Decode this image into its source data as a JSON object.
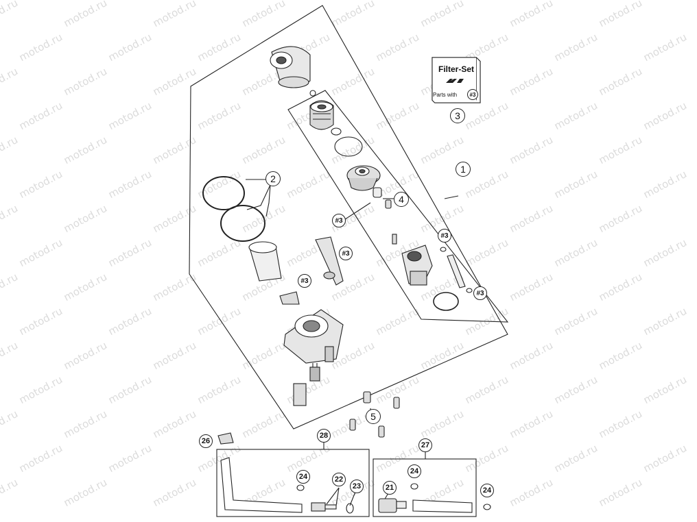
{
  "watermark": "motod.ru",
  "filter_set": {
    "title": "Filter-Set",
    "subtitle": "Parts with",
    "ref": "#3"
  },
  "callouts": {
    "c1": "1",
    "c2": "2",
    "c3": "3",
    "c4": "4",
    "c5": "5",
    "c21": "21",
    "c22": "22",
    "c23": "23",
    "c24a": "24",
    "c24b": "24",
    "c24c": "24",
    "c26": "26",
    "c27": "27",
    "c28": "28"
  },
  "refs": {
    "r1": "#3",
    "r2": "#3",
    "r3": "#3",
    "r4": "#3",
    "r5": "#3"
  },
  "colors": {
    "line": "#222222",
    "part_fill": "#e8e8e8",
    "part_dark": "#555555",
    "watermark": "#cfcfcf"
  }
}
